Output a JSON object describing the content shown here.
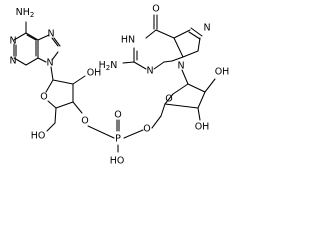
{
  "atoms": {
    "a_nh2": "NH",
    "a_nh2_sub": "2",
    "a_n1": "N",
    "a_n3": "N",
    "a_n7": "N",
    "a_n9": "N",
    "a_o2h": "OH",
    "a_ring_o": "O",
    "a_o3": "O",
    "a_ch2oh": "HO",
    "g_o6": "O",
    "g_hn1": "HN",
    "g_n3": "N",
    "g_n7": "N",
    "g_n9": "N",
    "g_nh2": "H",
    "g_nh2_tail": "N",
    "g_nh2_sub": "2",
    "g_ring_o": "O",
    "g_o2h": "OH",
    "g_o3h": "OH",
    "p": "P",
    "p_o_dbl": "O",
    "p_oh": "HO",
    "p_o_right": "O"
  }
}
